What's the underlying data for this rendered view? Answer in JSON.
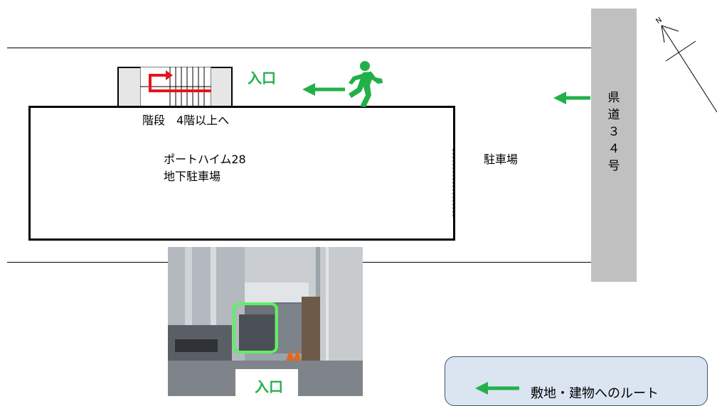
{
  "map": {
    "stairs_label": "階段　4階以上へ",
    "building_name": "ポートハイム28",
    "building_sub": "地下駐車場",
    "parking_label": "駐車場",
    "entrance_top_label": "入口",
    "entrance_photo_label": "入口",
    "road_label": "県\n道\n３\n４\n号",
    "north_label": "N"
  },
  "legend": {
    "route_label": "敷地・建物へのルート"
  },
  "colors": {
    "route": "#22b04a",
    "stairs_arrow": "#e8141b",
    "road": "#c0c0c0",
    "legend_bg": "#dbe5f1"
  },
  "icons": [
    "running-person-icon",
    "route-arrow-icon",
    "north-arrow-icon",
    "stairs-icon"
  ]
}
